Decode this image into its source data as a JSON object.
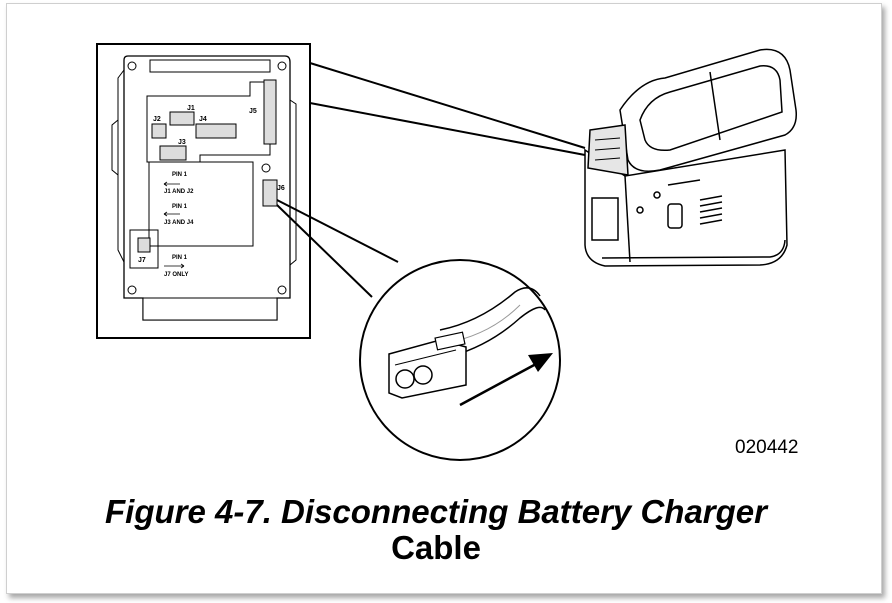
{
  "figure": {
    "number_label": "Figure 4-7.",
    "title_line1": "Disconnecting Battery Charger",
    "title_line2": "Cable",
    "id_code": "020442"
  },
  "panel": {
    "connectors": {
      "j1": "J1",
      "j2": "J2",
      "j3": "J3",
      "j4": "J4",
      "j5": "J5",
      "j6": "J6",
      "j7": "J7"
    },
    "pin_legends": [
      {
        "pin": "PIN 1",
        "applies": "J1 AND J2"
      },
      {
        "pin": "PIN 1",
        "applies": "J3 AND J4"
      },
      {
        "pin": "PIN 1",
        "applies": "J7 ONLY"
      }
    ]
  }
}
